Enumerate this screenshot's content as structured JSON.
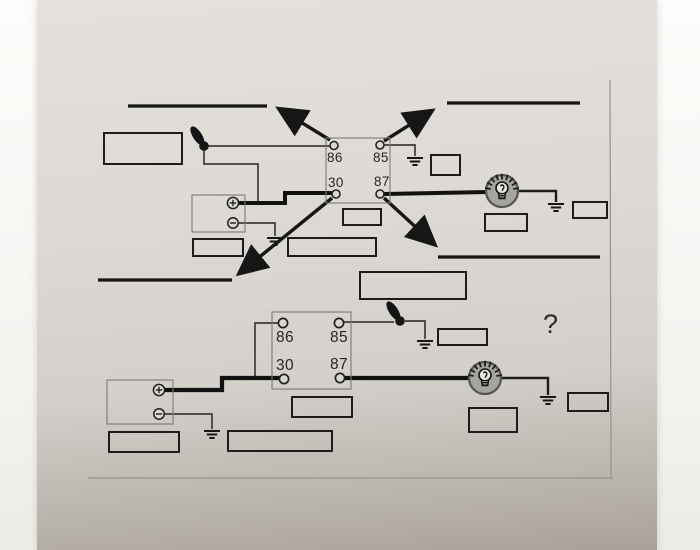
{
  "colors": {
    "background": "#f4f3f0",
    "paper": "#d9d5d0",
    "ink": "#1c1c1c",
    "bulb_fill": "#a5a5a0",
    "printed_border": "#96918a"
  },
  "top_diagram": {
    "relay_pins": {
      "top_left": "86",
      "top_right": "85",
      "bottom_left": "30",
      "bottom_right": "87"
    },
    "icons": [
      "toggle-switch-icon",
      "battery-positive-icon",
      "battery-negative-icon",
      "ground-icon",
      "light-bulb-icon",
      "arrow-icon"
    ],
    "answer_blank_count": 7,
    "answer_line_count": 4
  },
  "bottom_diagram": {
    "relay_pins": {
      "top_left": "86",
      "top_right": "85",
      "bottom_left": "30",
      "bottom_right": "87"
    },
    "question_mark": "?",
    "icons": [
      "toggle-switch-icon",
      "battery-positive-icon",
      "battery-negative-icon",
      "ground-icon",
      "light-bulb-icon"
    ],
    "answer_blank_count": 7
  }
}
